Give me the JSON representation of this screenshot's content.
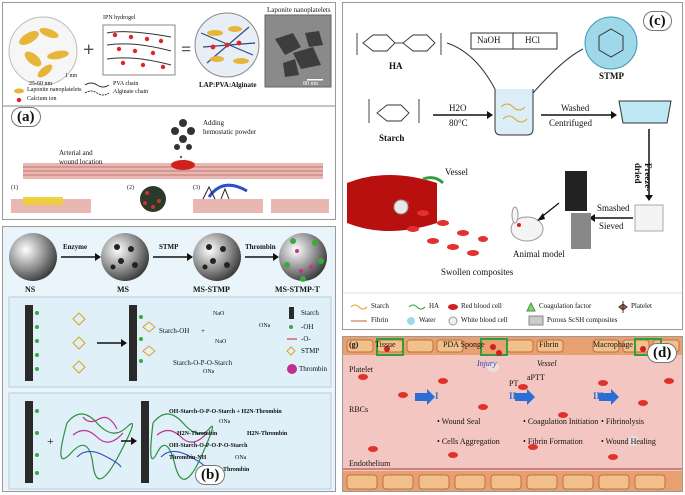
{
  "panel_a": {
    "letter": "(a)",
    "top_labels": {
      "ipn": "IPN hydrogel",
      "size_top": "25-60 nm",
      "size_side": "1 nm",
      "tem_title": "Laponite nanoplatelets",
      "scale": "80 nm",
      "composite": "LAP:PVA:Alginate"
    },
    "legend": [
      "Laponite nanoplatelets",
      "PVA chain",
      "Alginate chain",
      "Calcium ion"
    ],
    "scene": {
      "adding": "Adding",
      "powder": "hemostatic powder",
      "arterial": "Arterial and",
      "wound": "wound location",
      "steps": [
        "(1)",
        "(2)",
        "(3)"
      ]
    }
  },
  "panel_b": {
    "letter": "(b)",
    "flow": {
      "labels": [
        "NS",
        "MS",
        "MS-STMP",
        "MS-STMP-T"
      ],
      "arrows": [
        "Enzyme",
        "STMP",
        "Thrombin"
      ]
    },
    "row2": {
      "reactant": "Starch-OH",
      "plus": "+",
      "product": "Starch-O-P-O-Starch",
      "product_sub": "ONa",
      "stmp_na": [
        "NaO",
        "ONa",
        "NaO"
      ]
    },
    "legend": [
      "Starch",
      "-OH",
      "-O-",
      "STMP",
      "Thrombin"
    ],
    "row3": {
      "line1": "OH-Starch-O-P-O-Starch + H2N-Thrombin",
      "line1_sub": "ONa",
      "line2": "H2N-Thrombin",
      "line2b": "H2N-Thrombin",
      "line3": "OH-Starch-O-P-O-P-O-Starch",
      "line4": "Thrombin-NH",
      "line4b": "ONa",
      "line5": "H2N-Thrombin"
    }
  },
  "panel_c": {
    "letter": "(c)",
    "labels": {
      "ha": "HA",
      "stmp": "STMP",
      "naoh": "NaOH",
      "hcl": "HCl",
      "starch": "Starch",
      "h2o": "H2O",
      "temp": "80°C",
      "washed": "Washed",
      "centrifuged": "Centrifuged",
      "freeze": "Freeze-dried",
      "smashed": "Smashed",
      "sieved": "Sieved",
      "vessel": "Vessel",
      "animal": "Animal model",
      "swollen": "Swollen composites"
    },
    "legend": [
      "Starch",
      "HA",
      "Red blood cell",
      "Coagulation factor",
      "Platelet",
      "Fibrin",
      "Water",
      "White blood cell",
      "Porous ScSH composites"
    ]
  },
  "panel_d": {
    "letter": "(d)",
    "top": [
      "Tissue",
      "PDA Sponge",
      "Fibrin",
      "Macrophage"
    ],
    "side": [
      "Platelet",
      "RBCs",
      "Endothelium"
    ],
    "injury": "Injury",
    "vessel": "Vessel",
    "pt": "PT",
    "aptt": "aPTT",
    "phases": [
      "I",
      "II",
      "III"
    ],
    "bullets": [
      "Wound Seal",
      "Cells Aggregation",
      "Coagulation Initiation",
      "Fibrin Formation",
      "Fibrinolysis",
      "Wound Healing"
    ]
  },
  "colors": {
    "yellow": "#f0c030",
    "blue_arrow": "#2b6fd6",
    "red": "#d42020",
    "skin": "#e9b7b2",
    "green": "#2f9e3f"
  }
}
